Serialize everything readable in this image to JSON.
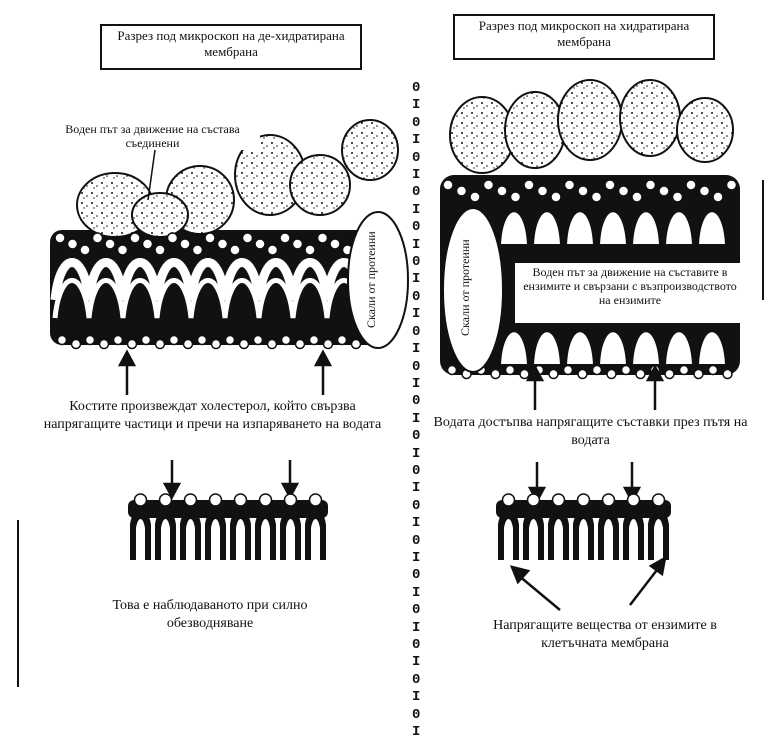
{
  "left": {
    "title_box": "Разрез под микроскоп на де-хидратирана мембрана",
    "pore_note": "Воден път за движение на състава съединени",
    "oval_label": "Скали от протеини",
    "bottom_caption": "Костите произвеждат холестерол, който свързва напрягащите частици и пречи на изпаряването на водата",
    "lower_caption": "Това е наблюдаваното при силно обезводняване"
  },
  "right": {
    "title_box": "Разрез под микроскоп на хидратирана мембрана",
    "oval_label": "Скали от протеини",
    "side_note": "Воден път за движение на съставите в ензимите и свързани с възпроизводството на ензимите",
    "bottom_caption": "Водата достъпва напрягащите съставки през пътя на водата",
    "lower_caption": "Напрягащите вещества от ензимите в клетъчната мембрана"
  },
  "scale_marks": [
    "0 I",
    "0 I",
    "0 I",
    "0 I",
    "0 I",
    "0 I",
    "0 I",
    "0 I",
    "0 I",
    "0 I",
    "0 I",
    "0 I",
    "0 I",
    "0 I",
    "0 I",
    "0 I",
    "0 I",
    "0 I",
    "0 I"
  ]
}
